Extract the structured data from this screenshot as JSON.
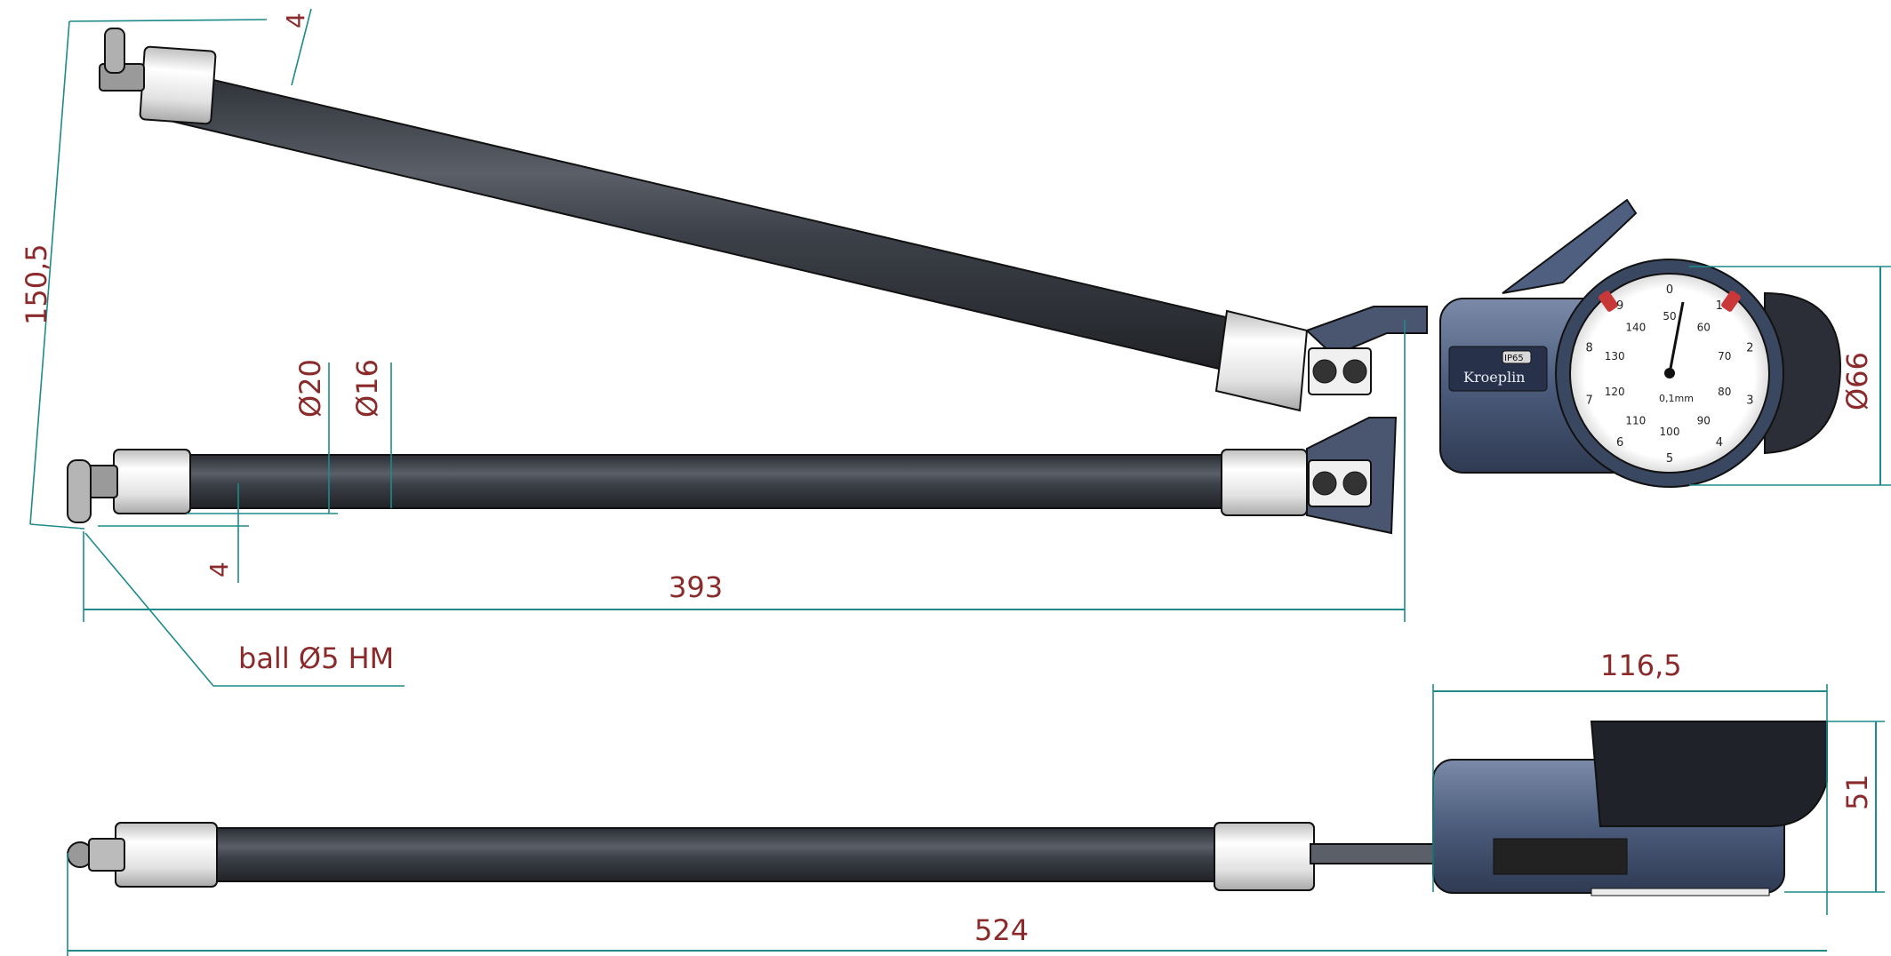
{
  "dimensions": {
    "tip_thickness_top": "4",
    "height_span": "150,5",
    "dia_outer": "Ø20",
    "dia_inner": "Ø16",
    "dial_dia": "Ø66",
    "tip_thickness_bottom": "4",
    "length_arm": "393",
    "ball": "ball Ø5 HM",
    "width_head": "116,5",
    "height_head": "51",
    "length_total": "524"
  },
  "dial": {
    "brand": "Kroeplin",
    "ip_badge": "IP65",
    "unit": "0,1mm",
    "outer_numbers": [
      "0",
      "1",
      "2",
      "3",
      "4",
      "5",
      "6",
      "7",
      "8",
      "9"
    ],
    "inner_numbers": [
      "50",
      "60",
      "70",
      "80",
      "90",
      "100",
      "110",
      "120",
      "130",
      "140"
    ]
  },
  "colors": {
    "dimension_text": "#8b2a2a",
    "dimension_line": "#1e8a8a",
    "rod": "#3b3f47",
    "housing": "#4f5f80",
    "sleeve": "#e6e6e6"
  }
}
